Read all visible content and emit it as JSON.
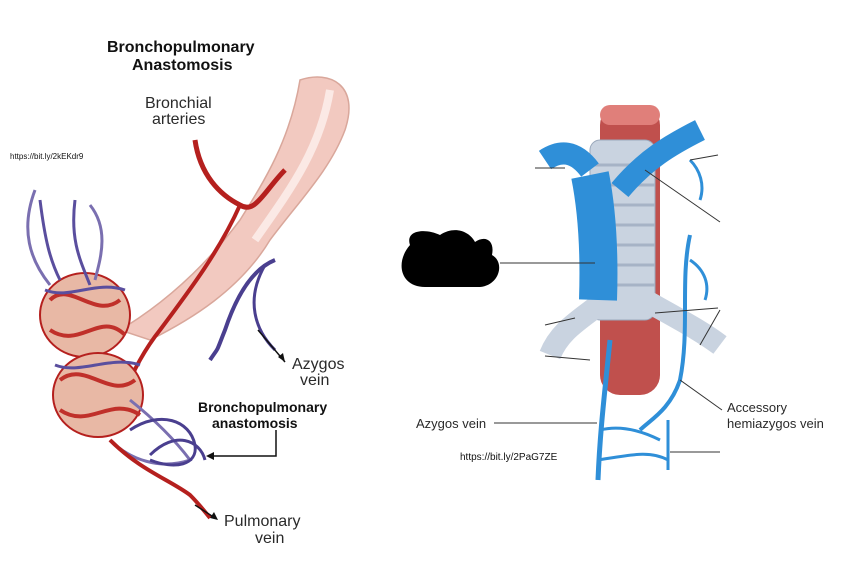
{
  "left_figure": {
    "title_line1": "Bronchopulmonary",
    "title_line2": "Anastomosis",
    "url": "https://bit.ly/2kEKdr9",
    "labels": {
      "bronchial_line1": "Bronchial",
      "bronchial_line2": "arteries",
      "azygos_line1": "Azygos",
      "azygos_line2": "vein",
      "anastomosis_line1": "Bronchopulmonary",
      "anastomosis_line2": "anastomosis",
      "pulmonary_line1": "Pulmonary",
      "pulmonary_line2": "vein"
    }
  },
  "right_figure": {
    "url": "https://bit.ly/2PaG7ZE",
    "labels": {
      "azygos_vein": "Azygos vein",
      "accessory_line1": "Accessory",
      "accessory_line2": "hemiazygos vein"
    }
  },
  "colors": {
    "artery_red": "#b5201e",
    "vein_purple": "#4a3f8f",
    "tissue_pink": "#f2c9c0",
    "vein_blue": "#2f8fd8",
    "aorta_red": "#c0504d",
    "trachea_gray": "#c9d3e0",
    "redaction_black": "#000000"
  }
}
